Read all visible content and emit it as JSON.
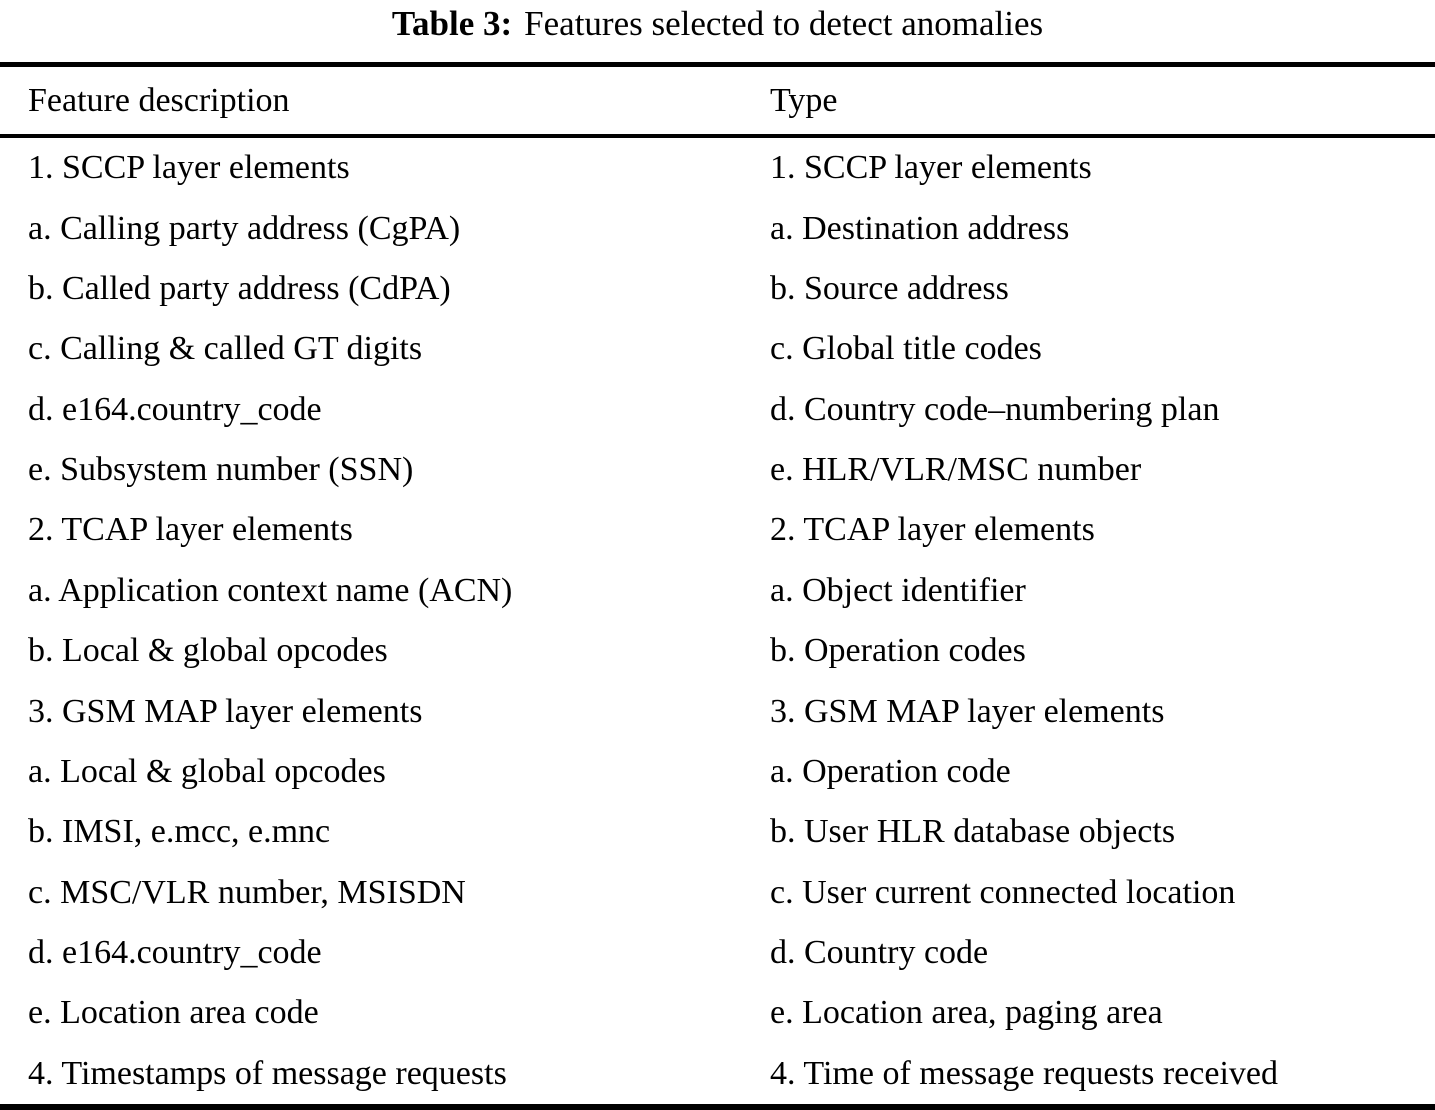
{
  "table": {
    "caption_label": "Table 3:",
    "caption_text": "Features selected to detect anomalies",
    "columns": [
      "Feature description",
      "Type"
    ],
    "rows": [
      [
        "1. SCCP layer elements",
        "1. SCCP layer elements"
      ],
      [
        "a. Calling party address (CgPA)",
        "a. Destination address"
      ],
      [
        "b. Called party address (CdPA)",
        "b. Source address"
      ],
      [
        "c. Calling & called GT digits",
        "c. Global title codes"
      ],
      [
        "d. e164.country_code",
        "d. Country code–numbering plan"
      ],
      [
        "e. Subsystem number (SSN)",
        "e. HLR/VLR/MSC number"
      ],
      [
        "2. TCAP layer elements",
        "2. TCAP layer elements"
      ],
      [
        "a. Application context name (ACN)",
        "a. Object identifier"
      ],
      [
        "b. Local & global opcodes",
        "b. Operation codes"
      ],
      [
        "3. GSM MAP layer elements",
        "3. GSM MAP layer elements"
      ],
      [
        "a. Local & global opcodes",
        "a. Operation code"
      ],
      [
        "b. IMSI, e.mcc, e.mnc",
        "b. User HLR database objects"
      ],
      [
        "c. MSC/VLR number, MSISDN",
        "c. User current connected location"
      ],
      [
        "d. e164.country_code",
        "d. Country code"
      ],
      [
        "e. Location area code",
        "e. Location area, paging area"
      ],
      [
        "4. Timestamps of message requests",
        "4. Time of message requests received"
      ]
    ],
    "colors": {
      "text": "#000000",
      "background": "#ffffff",
      "rule": "#000000"
    }
  }
}
